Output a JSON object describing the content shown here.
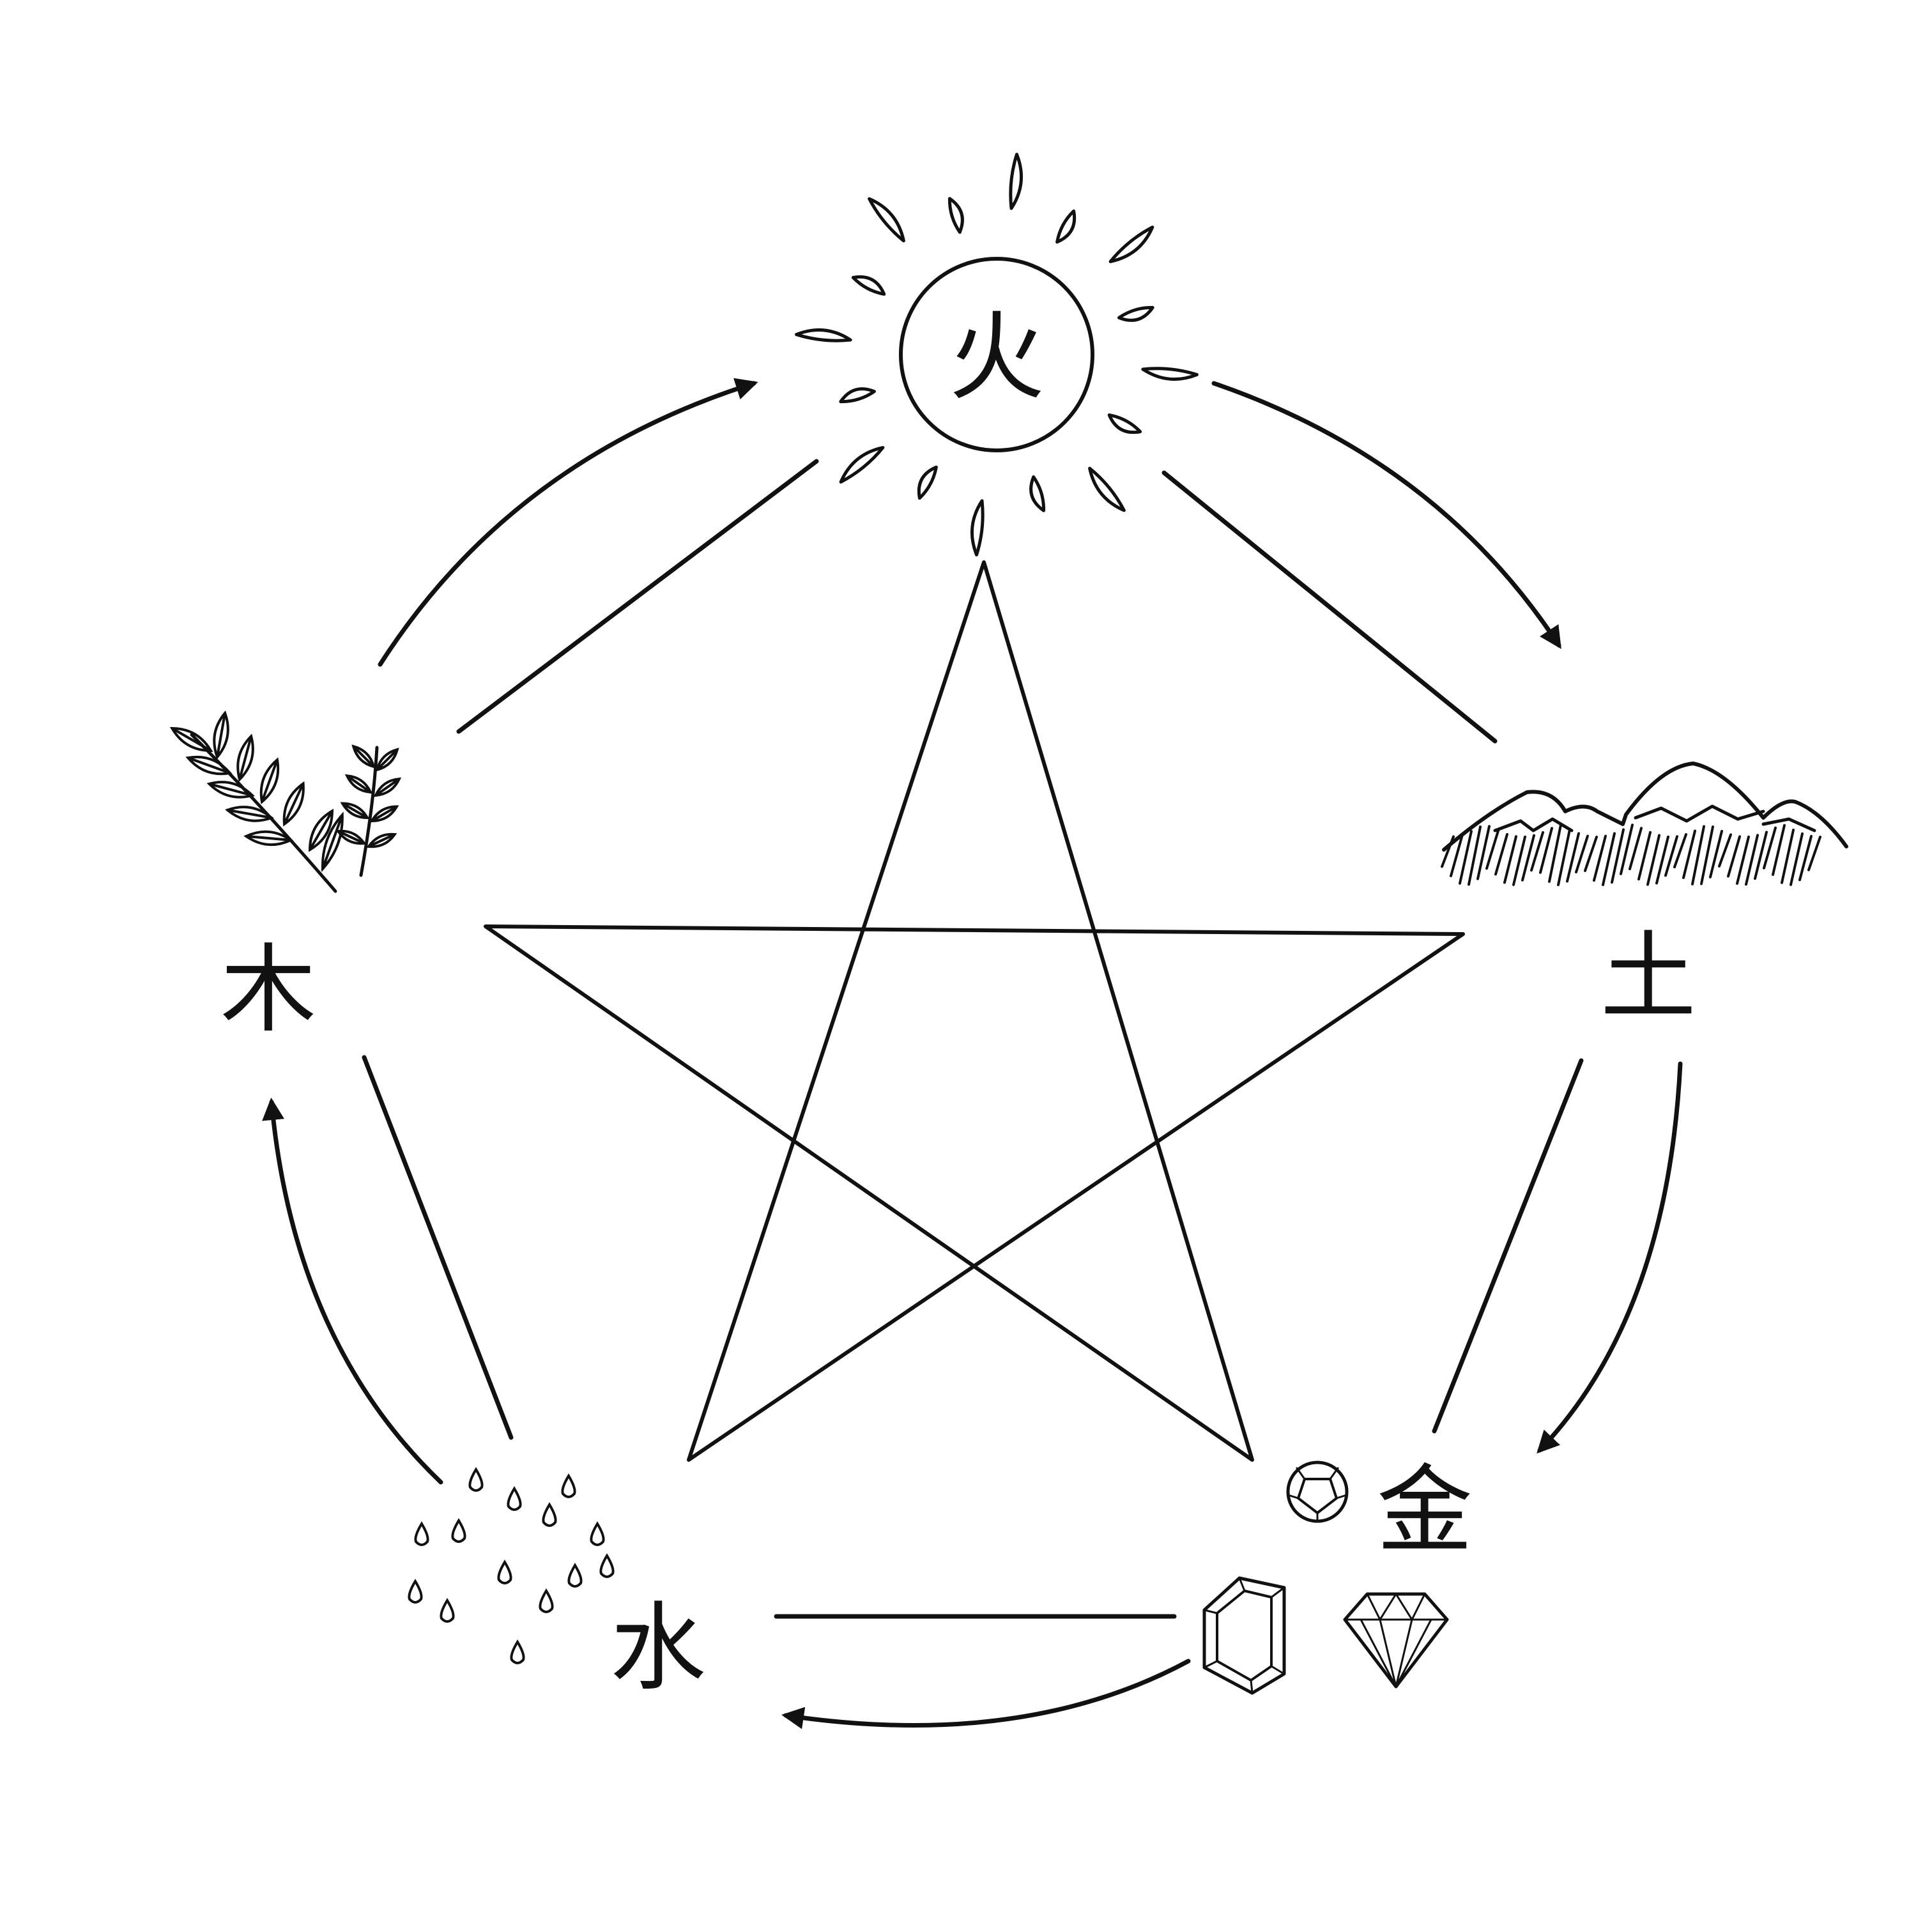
{
  "elements": {
    "fire": "火",
    "earth": "土",
    "metal": "金",
    "water": "水",
    "wood": "木"
  },
  "colors": {
    "ink": "#111111",
    "background": "#ffffff"
  },
  "icons": {
    "fire": "sun-icon",
    "earth": "mountains-icon",
    "metal": "gemstones-icon",
    "water": "raindrops-icon",
    "wood": "leafy-branches-icon"
  }
}
